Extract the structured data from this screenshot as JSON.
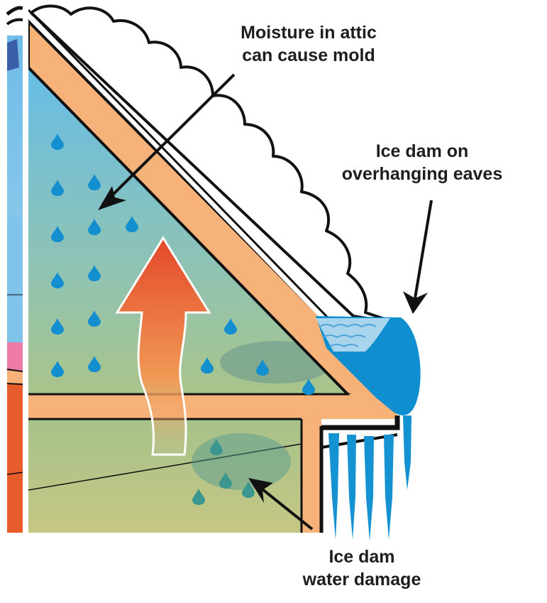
{
  "labels": {
    "attic_moisture": {
      "line1": "Moisture in attic",
      "line2": "can cause mold"
    },
    "ice_dam_eaves": {
      "line1": "Ice dam on",
      "line2": "overhanging eaves"
    },
    "ice_dam_water": {
      "line1": "Ice dam",
      "line2": "water damage"
    }
  },
  "colors": {
    "rafter": "#f7b27a",
    "attic_top": "#6fc0e4",
    "attic_bottom": "#a9c48c",
    "water": "#0f8fd0",
    "warm_air_arrow": "#e8582a",
    "outline": "#111111"
  }
}
